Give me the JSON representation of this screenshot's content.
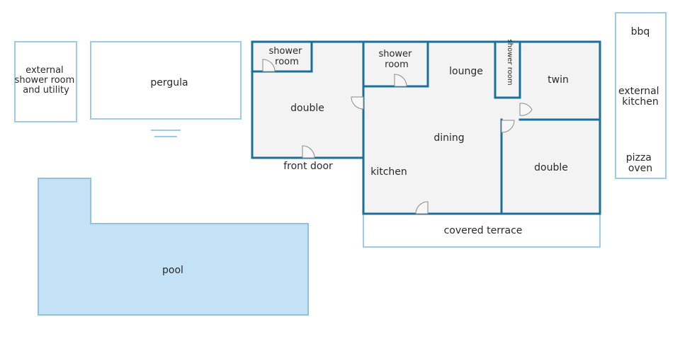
{
  "labels": {
    "external_shower": [
      "external",
      "shower room",
      "and utility"
    ],
    "pergula": "pergula",
    "shower_room_left": [
      "shower",
      "room"
    ],
    "shower_room_mid": [
      "shower",
      "room"
    ],
    "shower_room_narrow": "shower room",
    "lounge": "lounge",
    "twin": "twin",
    "double_left": "double",
    "front_door": "front door",
    "dining": "dining",
    "kitchen": "kitchen",
    "double_right": "double",
    "covered_terrace": "covered terrace",
    "pool": "pool",
    "bbq": "bbq",
    "external_kitchen": [
      "external",
      "kitchen"
    ],
    "pizza_oven": [
      "pizza",
      "oven"
    ]
  },
  "colors": {
    "wall": "#1b6f9a",
    "outline": "#9fcbe6",
    "pool_fill": "#c4e2f5",
    "floor": "#f3f3f3"
  }
}
